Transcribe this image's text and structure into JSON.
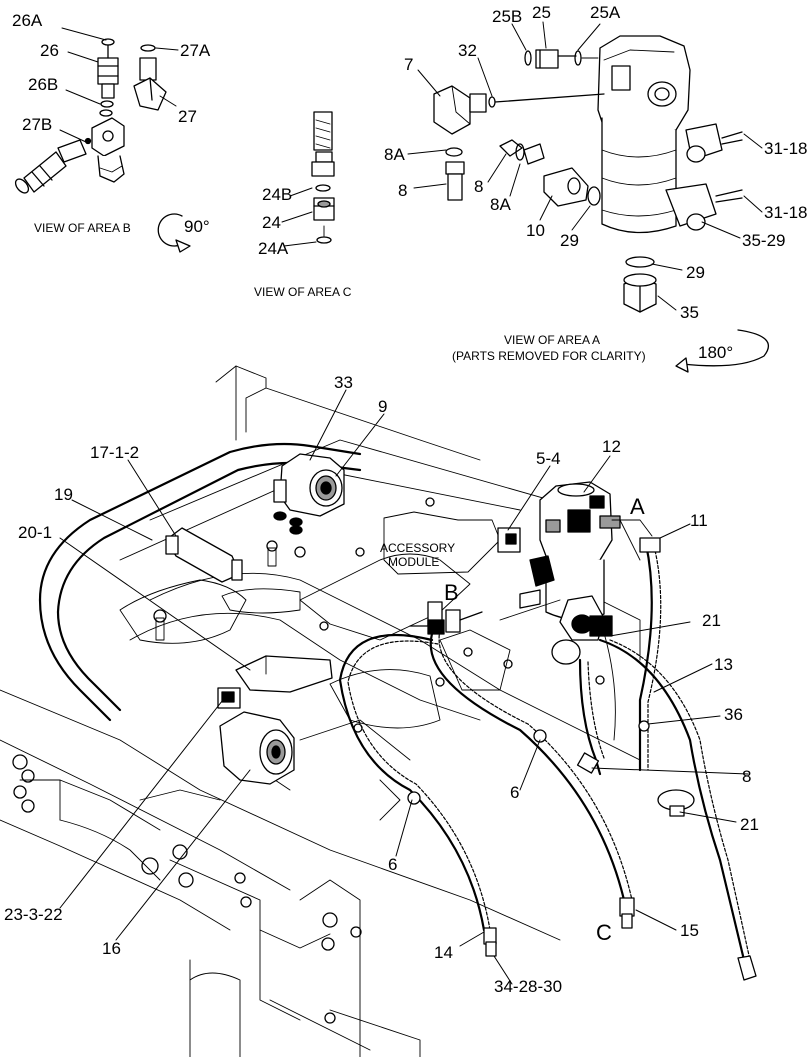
{
  "views": {
    "area_b": {
      "caption": "VIEW OF AREA  B",
      "rotation": "90°"
    },
    "area_c": {
      "caption": "VIEW OF AREA  C"
    },
    "area_a": {
      "caption": "VIEW OF AREA  A",
      "note": "(PARTS REMOVED FOR CLARITY)",
      "rotation": "180°"
    }
  },
  "main": {
    "module_label_line1": "ACCESSORY",
    "module_label_line2": "MODULE",
    "area_letters": {
      "a": "A",
      "b": "B",
      "c": "C"
    }
  },
  "callouts": {
    "c26A": "26A",
    "c26": "26",
    "c26B": "26B",
    "c27B": "27B",
    "c27A": "27A",
    "c27": "27",
    "c24B": "24B",
    "c24": "24",
    "c24A": "24A",
    "c25B": "25B",
    "c25": "25",
    "c25A": "25A",
    "c32": "32",
    "c7": "7",
    "c8A_left": "8A",
    "c8_left": "8",
    "c8_right": "8",
    "c8A_right": "8A",
    "c10": "10",
    "c29_mid": "29",
    "c31_18_top": "31-18",
    "c31_18_bottom": "31-18",
    "c35_29": "35-29",
    "c29_bottom": "29",
    "c35": "35",
    "c33": "33",
    "c9": "9",
    "c17_1_2": "17-1-2",
    "c19": "19",
    "c20_1": "20-1",
    "c5_4": "5-4",
    "c12": "12",
    "c11": "11",
    "c21_top": "21",
    "c13": "13",
    "c36": "36",
    "c8_main": "8",
    "c6_right": "6",
    "c21_bottom": "21",
    "c6_left": "6",
    "c23_3_22": "23-3-22",
    "c16": "16",
    "c14": "14",
    "c15": "15",
    "c34_28_30": "34-28-30"
  }
}
